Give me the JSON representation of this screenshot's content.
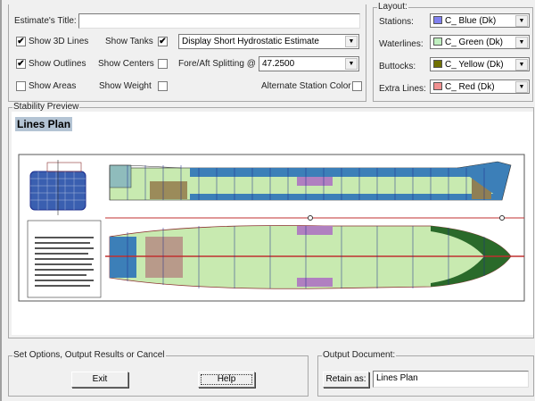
{
  "options": {
    "title_label": "Estimate's Title:",
    "title_value": "",
    "show_3d_lines": {
      "label": "Show 3D Lines",
      "checked": true
    },
    "show_outlines": {
      "label": "Show Outlines",
      "checked": true
    },
    "show_areas": {
      "label": "Show Areas",
      "checked": false
    },
    "show_tanks": {
      "label": "Show Tanks",
      "checked": true
    },
    "show_centers": {
      "label": "Show Centers",
      "checked": false
    },
    "show_weight": {
      "label": "Show Weight",
      "checked": false
    },
    "display_mode": "Display Short Hydrostatic Estimate",
    "fore_aft_label": "Fore/Aft Splitting @",
    "fore_aft_value": "47.2500",
    "alt_station_label": "Alternate Station Color",
    "alt_station_checked": false
  },
  "layout": {
    "legend": "Layout:",
    "rows": [
      {
        "label": "Stations:",
        "value": "C_ Blue (Dk)",
        "color": "#8080f0"
      },
      {
        "label": "Waterlines:",
        "value": "C_ Green (Dk)",
        "color": "#c0f0c0"
      },
      {
        "label": "Buttocks:",
        "value": "C_ Yellow (Dk)",
        "color": "#707000"
      },
      {
        "label": "Extra Lines:",
        "value": "C_ Red (Dk)",
        "color": "#f09090"
      }
    ]
  },
  "preview": {
    "legend": "Stability Preview",
    "heading": "Lines Plan"
  },
  "actions": {
    "legend": "Set Options, Output Results or Cancel",
    "exit_label": "Exit",
    "help_label": "Help"
  },
  "output": {
    "legend": "Output Document:",
    "retain_label": "Retain as:",
    "retain_value": "Lines Plan"
  },
  "icons": {
    "check": "✔",
    "dropdown": "▼"
  }
}
